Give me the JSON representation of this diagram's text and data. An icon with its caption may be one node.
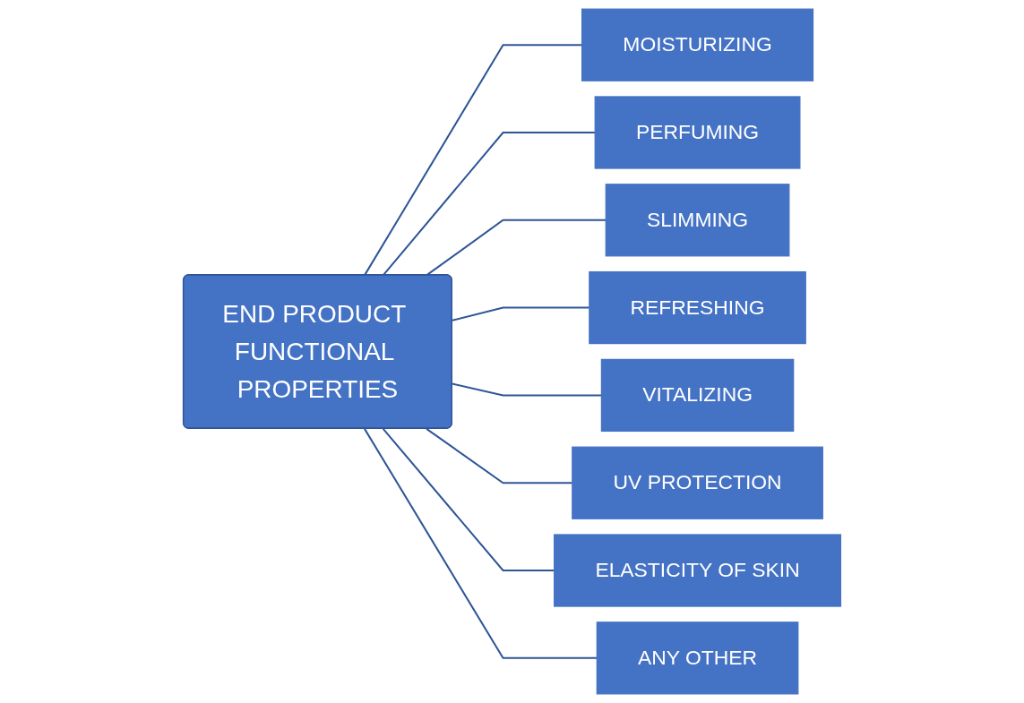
{
  "diagram": {
    "nodes": [
      {
        "text": [
          "END PRODUCT FUNCTIONAL PROPERTIES"
        ]
      },
      {
        "text": [
          "MOISTURIZING"
        ]
      },
      {
        "text": [
          "PERFUMING"
        ]
      },
      {
        "text": [
          "SLIMMING"
        ]
      },
      {
        "text": [
          "REFRESHING"
        ]
      },
      {
        "text": [
          "VITALIZING"
        ]
      },
      {
        "text": [
          "UV PROTECTION"
        ]
      },
      {
        "text": [
          "ELASTICITY OF SKIN"
        ]
      },
      {
        "text": [
          "ANY OTHER"
        ]
      }
    ],
    "edges": [
      {
        "from": 0,
        "to": 1,
        "arrow": "none"
      },
      {
        "from": 0,
        "to": 2,
        "arrow": "none"
      },
      {
        "from": 0,
        "to": 3,
        "arrow": "none"
      },
      {
        "from": 0,
        "to": 4,
        "arrow": "none"
      },
      {
        "from": 0,
        "to": 5,
        "arrow": "none"
      },
      {
        "from": 0,
        "to": 6,
        "arrow": "none"
      },
      {
        "from": 0,
        "to": 7,
        "arrow": "none"
      },
      {
        "from": 0,
        "to": 8,
        "arrow": "none"
      }
    ]
  }
}
